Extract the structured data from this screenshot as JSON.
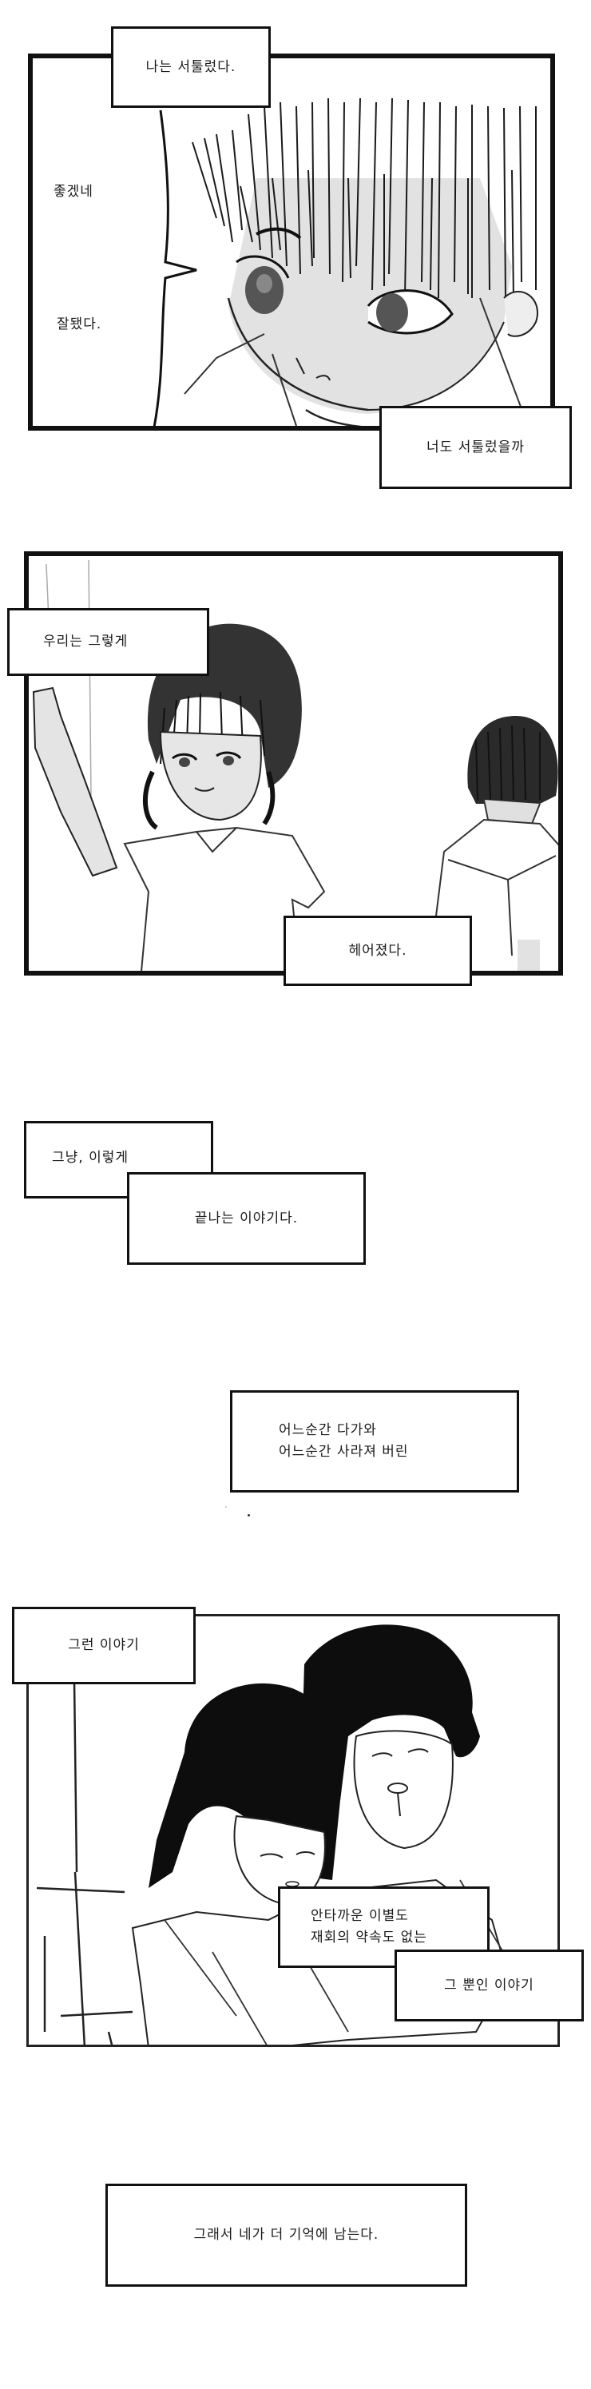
{
  "page": {
    "type": "webtoon-strip",
    "background": "#ffffff",
    "ink_color": "#111111",
    "shade_color": "#d9d9d9"
  },
  "panel1": {
    "caption_top": "나는 서툴렀다.",
    "speech_line1": "좋겠네",
    "speech_line2": "잘됐다.",
    "caption_bottom": "너도 서툴렀을까",
    "illustration": "boy-closeup-smiling"
  },
  "panel2": {
    "caption_top": "우리는 그렇게",
    "caption_bottom": "헤어졌다.",
    "illustration": "girl-and-boy-walking-apart"
  },
  "interlude1": {
    "caption_a": "그냥, 이렇게",
    "caption_b": "끝나는 이야기다."
  },
  "interlude2": {
    "caption": "어느순간 다가와\n어느순간 사라져 버린"
  },
  "panel4": {
    "caption_top": "그런 이야기",
    "caption_mid": "안타까운 이별도\n재회의 약속도 없는",
    "caption_end": "그 뿐인 이야기",
    "illustration": "girl-and-boy-side-by-side-eyes-closed"
  },
  "ending": {
    "caption": "그래서 네가 더 기억에 남는다."
  }
}
